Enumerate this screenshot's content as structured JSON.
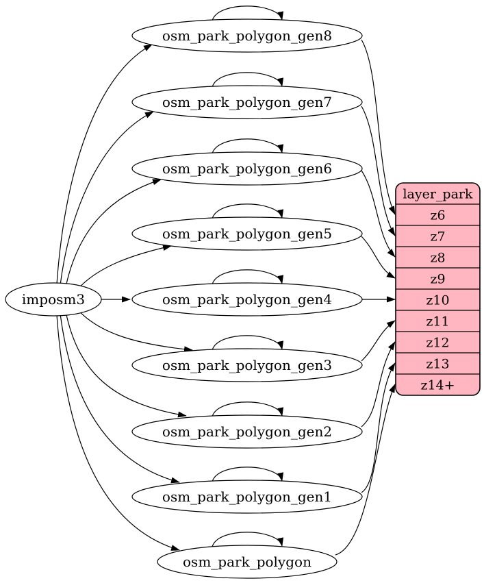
{
  "diagram": {
    "type": "graphviz-digraph",
    "background": "#ffffff",
    "edge_color": "#000000",
    "node_fill": "#ffffff",
    "node_stroke": "#000000",
    "record_fill": "#ffb6c1",
    "source_node": {
      "label": "imposm3"
    },
    "table_nodes": [
      {
        "label": "osm_park_polygon_gen8"
      },
      {
        "label": "osm_park_polygon_gen7"
      },
      {
        "label": "osm_park_polygon_gen6"
      },
      {
        "label": "osm_park_polygon_gen5"
      },
      {
        "label": "osm_park_polygon_gen4"
      },
      {
        "label": "osm_park_polygon_gen3"
      },
      {
        "label": "osm_park_polygon_gen2"
      },
      {
        "label": "osm_park_polygon_gen1"
      },
      {
        "label": "osm_park_polygon"
      }
    ],
    "record_node": {
      "header": "layer_park",
      "rows": [
        "z6",
        "z7",
        "z8",
        "z9",
        "z10",
        "z11",
        "z12",
        "z13",
        "z14+"
      ]
    },
    "edges": {
      "from_source_to": [
        "osm_park_polygon_gen8",
        "osm_park_polygon_gen7",
        "osm_park_polygon_gen6",
        "osm_park_polygon_gen5",
        "osm_park_polygon_gen4",
        "osm_park_polygon_gen3",
        "osm_park_polygon_gen2",
        "osm_park_polygon_gen1",
        "osm_park_polygon"
      ],
      "self_loops": [
        "osm_park_polygon_gen8",
        "osm_park_polygon_gen7",
        "osm_park_polygon_gen6",
        "osm_park_polygon_gen5",
        "osm_park_polygon_gen4",
        "osm_park_polygon_gen3",
        "osm_park_polygon_gen2",
        "osm_park_polygon_gen1",
        "osm_park_polygon"
      ],
      "table_to_layer_row": [
        {
          "table": "osm_park_polygon_gen8",
          "row": "z6"
        },
        {
          "table": "osm_park_polygon_gen7",
          "row": "z7"
        },
        {
          "table": "osm_park_polygon_gen6",
          "row": "z8"
        },
        {
          "table": "osm_park_polygon_gen5",
          "row": "z9"
        },
        {
          "table": "osm_park_polygon_gen4",
          "row": "z10"
        },
        {
          "table": "osm_park_polygon_gen3",
          "row": "z11"
        },
        {
          "table": "osm_park_polygon_gen2",
          "row": "z12"
        },
        {
          "table": "osm_park_polygon_gen1",
          "row": "z13"
        },
        {
          "table": "osm_park_polygon",
          "row": "z14+"
        }
      ]
    }
  }
}
